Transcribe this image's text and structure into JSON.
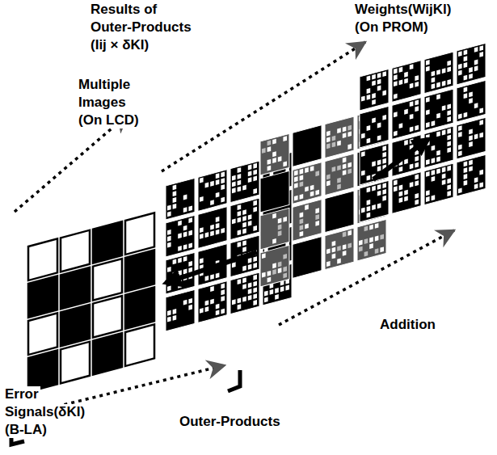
{
  "diagram": {
    "labels": [
      "Results of",
      "Outer-Products",
      "(Iij × δKI)",
      "Weights(WijKl)",
      "(On PROM)",
      "Multiple",
      "Images",
      "(On LCD)",
      "Addition",
      "Error",
      "Signals(δKI)",
      "(B-LA)",
      "Outer-Products"
    ]
  }
}
